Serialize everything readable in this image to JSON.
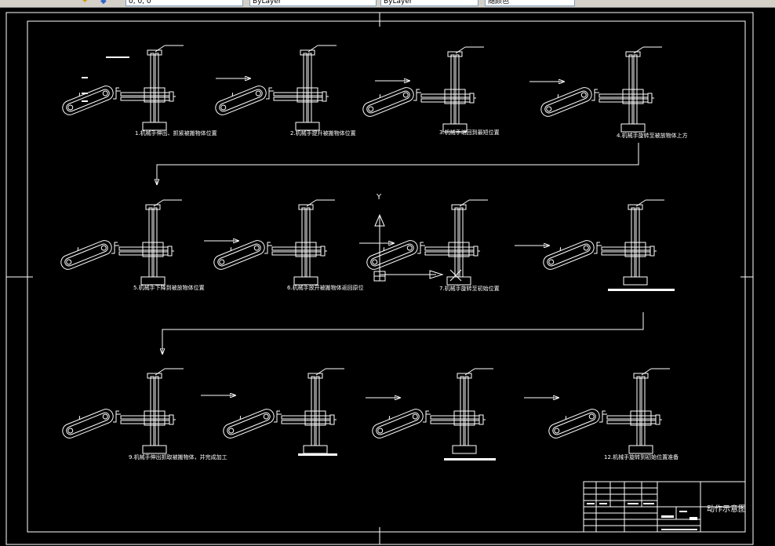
{
  "toolbar": {
    "fields": [
      "0, 0, 0",
      "ByLayer",
      "ByLayer",
      "随颜色"
    ]
  },
  "drawing": {
    "title_block_name": "动作示意图",
    "ucs_y_label": "Y",
    "captions": [
      "1.机械手伸出、抓紧被搬物体位置",
      "2.机械手提升被搬物体位置",
      "3.机械手缩回到最短位置",
      "4.机械手旋转至被放物体上方",
      "5.机械手下降到被放物体位置",
      "6.机械手放开被搬物体返回原位",
      "7.机械手旋转至初始位置",
      "",
      "9.机械手伸出抓取被搬物体，并完成加工",
      "",
      "",
      "12.机械手旋转到初始位置准备"
    ]
  }
}
